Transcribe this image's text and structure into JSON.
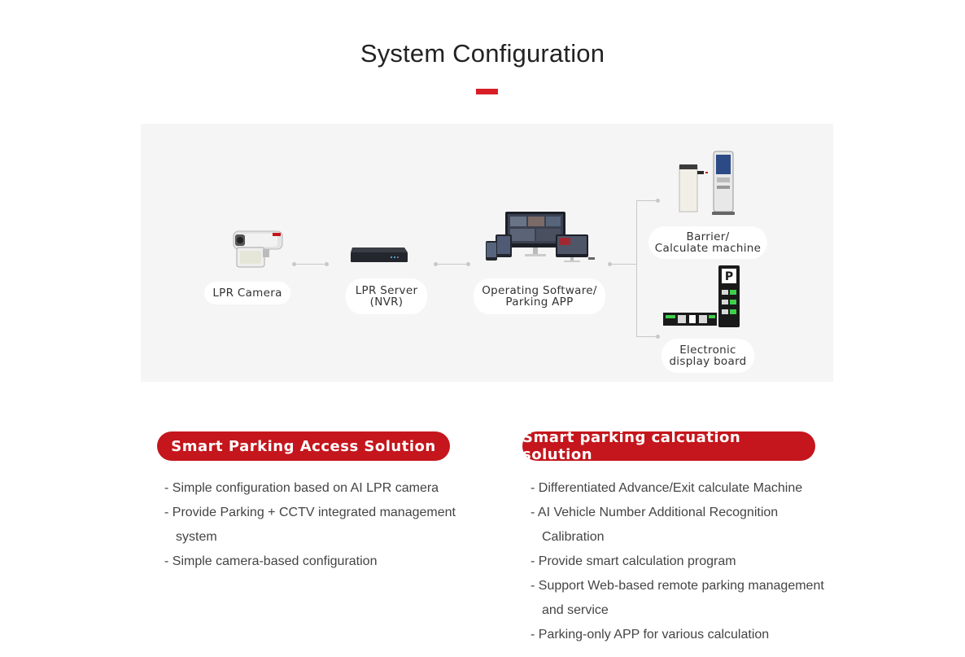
{
  "title": "System Configuration",
  "nodes": {
    "camera": "LPR Camera",
    "server_l1": "LPR Server",
    "server_l2": "(NVR)",
    "software_l1": "Operating Software/",
    "software_l2": "Parking APP",
    "barrier_l1": "Barrier/",
    "barrier_l2": "Calculate machine",
    "display_l1": "Electronic",
    "display_l2": "display board"
  },
  "solutions": [
    {
      "title": "Smart Parking Access Solution",
      "items": [
        "- Simple configuration based on AI LPR camera",
        "- Provide Parking + CCTV integrated management system",
        "- Simple camera-based configuration"
      ]
    },
    {
      "title": "Smart parking calcuation solution",
      "items": [
        "-  Differentiated Advance/Exit calculate Machine",
        "-  AI Vehicle Number Additional Recognition Calibration",
        "- Provide smart calculation program",
        "-  Support Web-based remote parking management and service",
        "- Parking-only APP for various calculation"
      ]
    }
  ],
  "colors": {
    "accent": "#c4161c",
    "title_bar": "#d71e26",
    "panel": "#f5f5f5"
  },
  "icons": [
    "camera-icon",
    "nvr-icon",
    "monitor-icon",
    "barrier-icon",
    "display-board-icon"
  ]
}
